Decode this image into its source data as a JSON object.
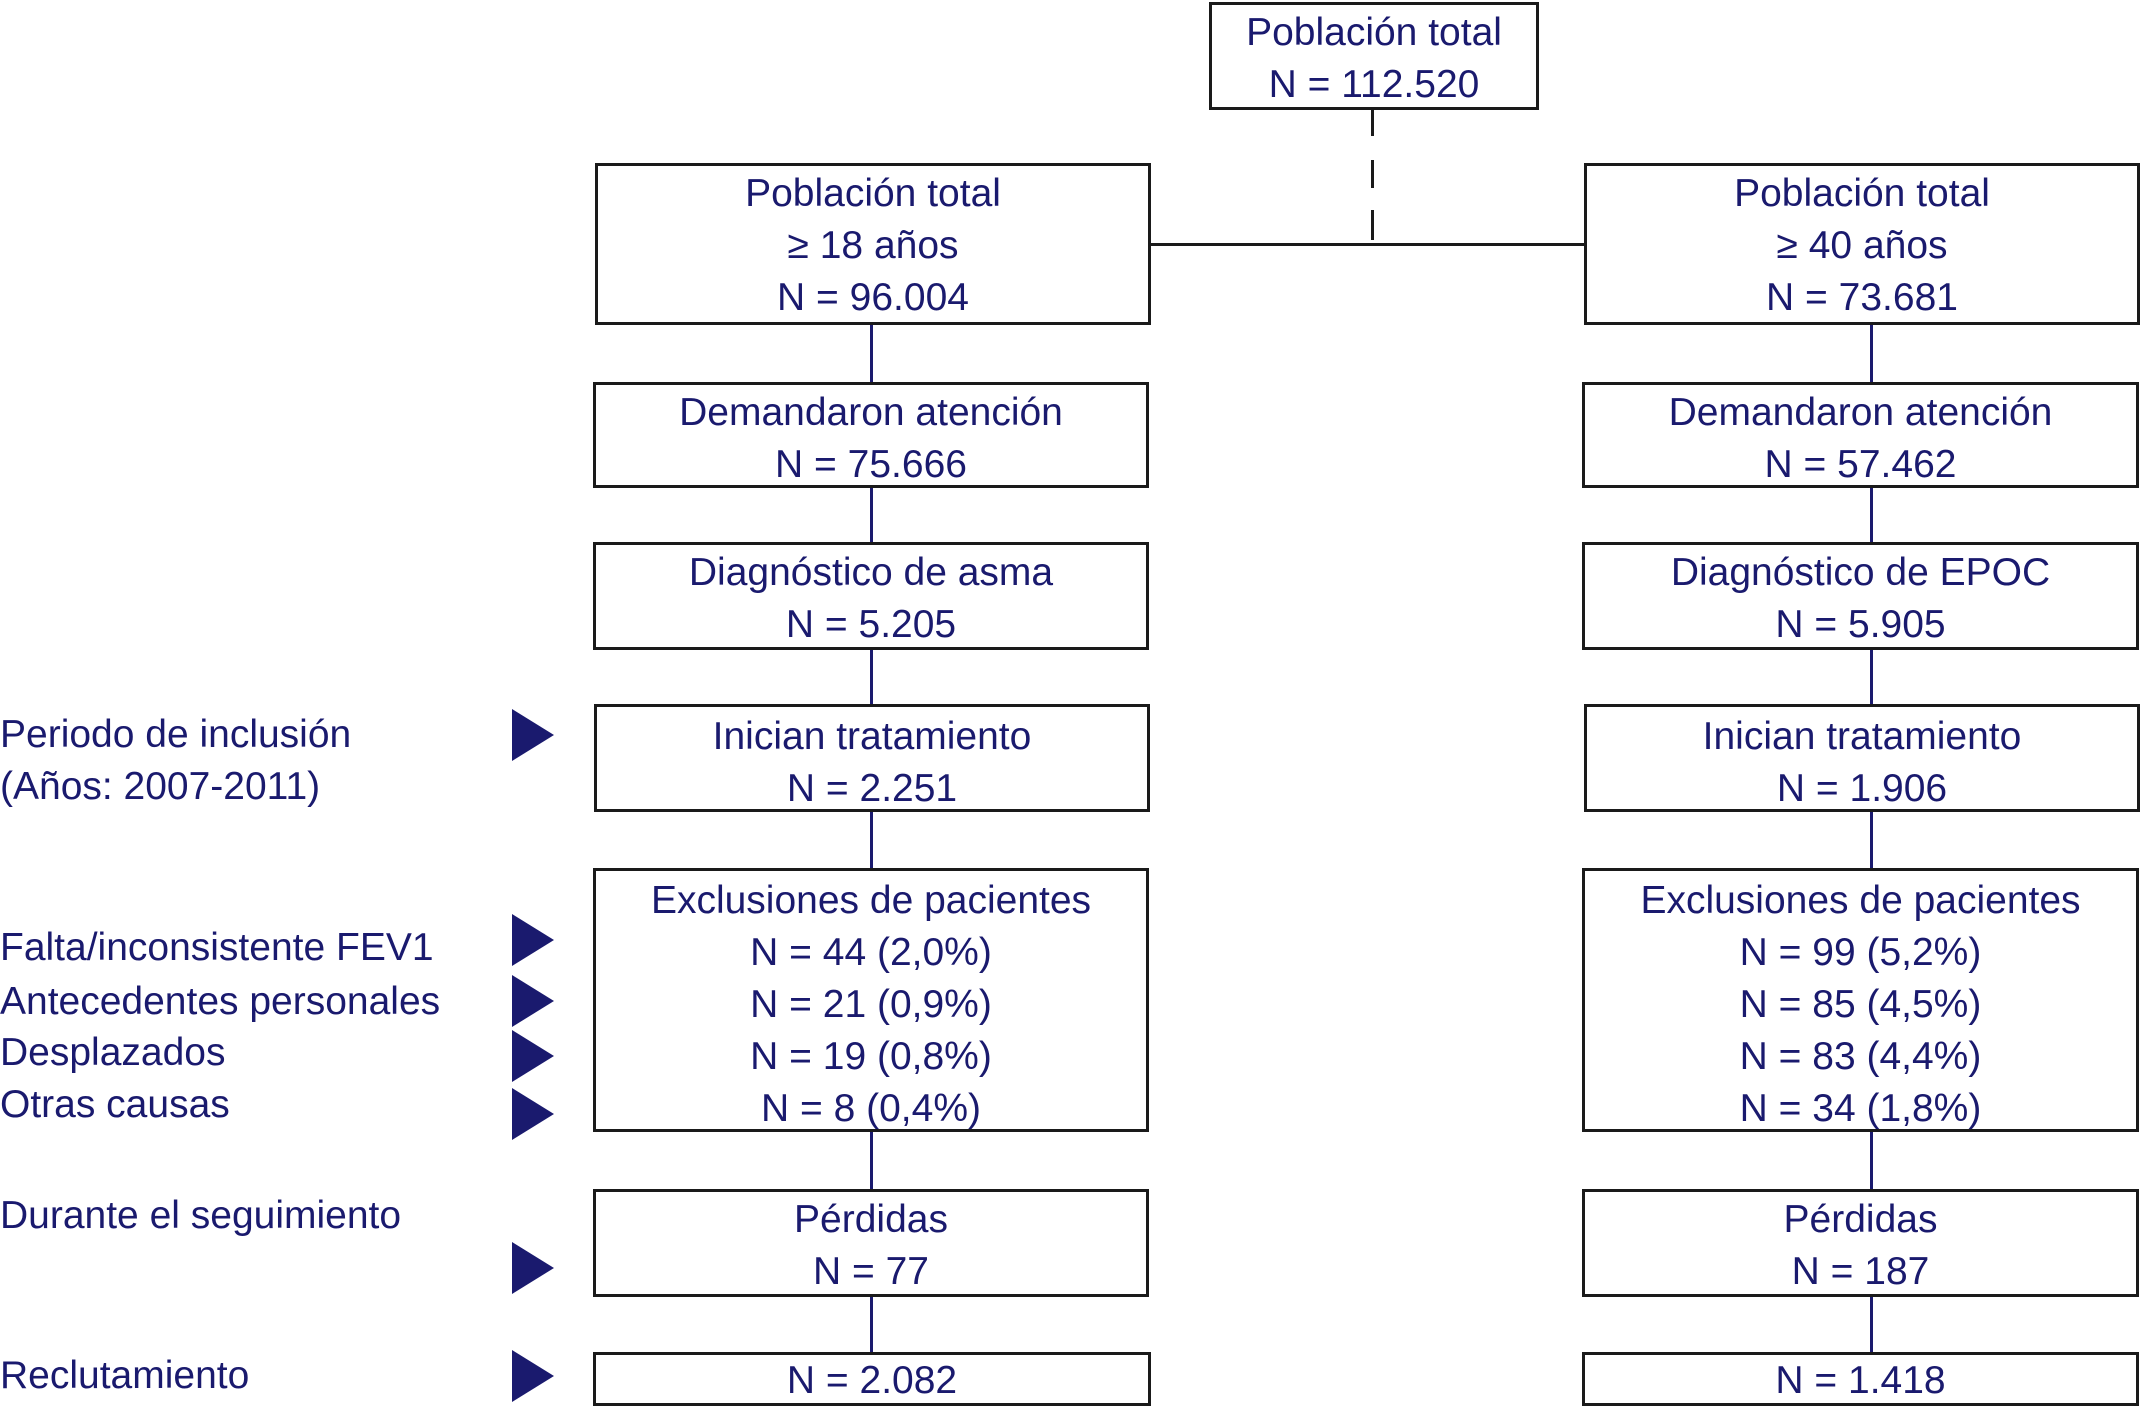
{
  "top": {
    "title": "Población total",
    "n": "N = 112.520"
  },
  "left": {
    "pop": [
      "Población total",
      "≥ 18 años",
      "N = 96.004"
    ],
    "demand": [
      "Demandaron atención",
      "N = 75.666"
    ],
    "diag": [
      "Diagnóstico de asma",
      "N = 5.205"
    ],
    "start": [
      "Inician tratamiento",
      "N = 2.251"
    ],
    "excl": [
      "Exclusiones de pacientes",
      "N = 44 (2,0%)",
      "N = 21 (0,9%)",
      "N = 19 (0,8%)",
      "N = 8 (0,4%)"
    ],
    "loss": [
      "Pérdidas",
      "N = 77"
    ],
    "recruit": "N = 2.082"
  },
  "right": {
    "pop": [
      "Población total",
      "≥ 40 años",
      "N = 73.681"
    ],
    "demand": [
      "Demandaron atención",
      "N = 57.462"
    ],
    "diag": [
      "Diagnóstico de EPOC",
      "N = 5.905"
    ],
    "start": [
      "Inician tratamiento",
      "N = 1.906"
    ],
    "excl": [
      "Exclusiones de pacientes",
      "N = 99 (5,2%)",
      "N = 85 (4,5%)",
      "N = 83 (4,4%)",
      "N = 34 (1,8%)"
    ],
    "loss": [
      "Pérdidas",
      "N = 187"
    ],
    "recruit": "N = 1.418"
  },
  "side_labels": {
    "inclusion": [
      "Periodo de inclusión",
      "(Años: 2007-2011)"
    ],
    "fev1": "Falta/inconsistente FEV1",
    "antecedentes": "Antecedentes personales",
    "desplazados": "Desplazados",
    "otras": "Otras causas",
    "seguimiento": "Durante el seguimiento",
    "reclutamiento": "Reclutamiento"
  },
  "colors": {
    "text": "#1a1a6e",
    "border": "#1a1a1a",
    "arrow": "#1a1a6e"
  }
}
